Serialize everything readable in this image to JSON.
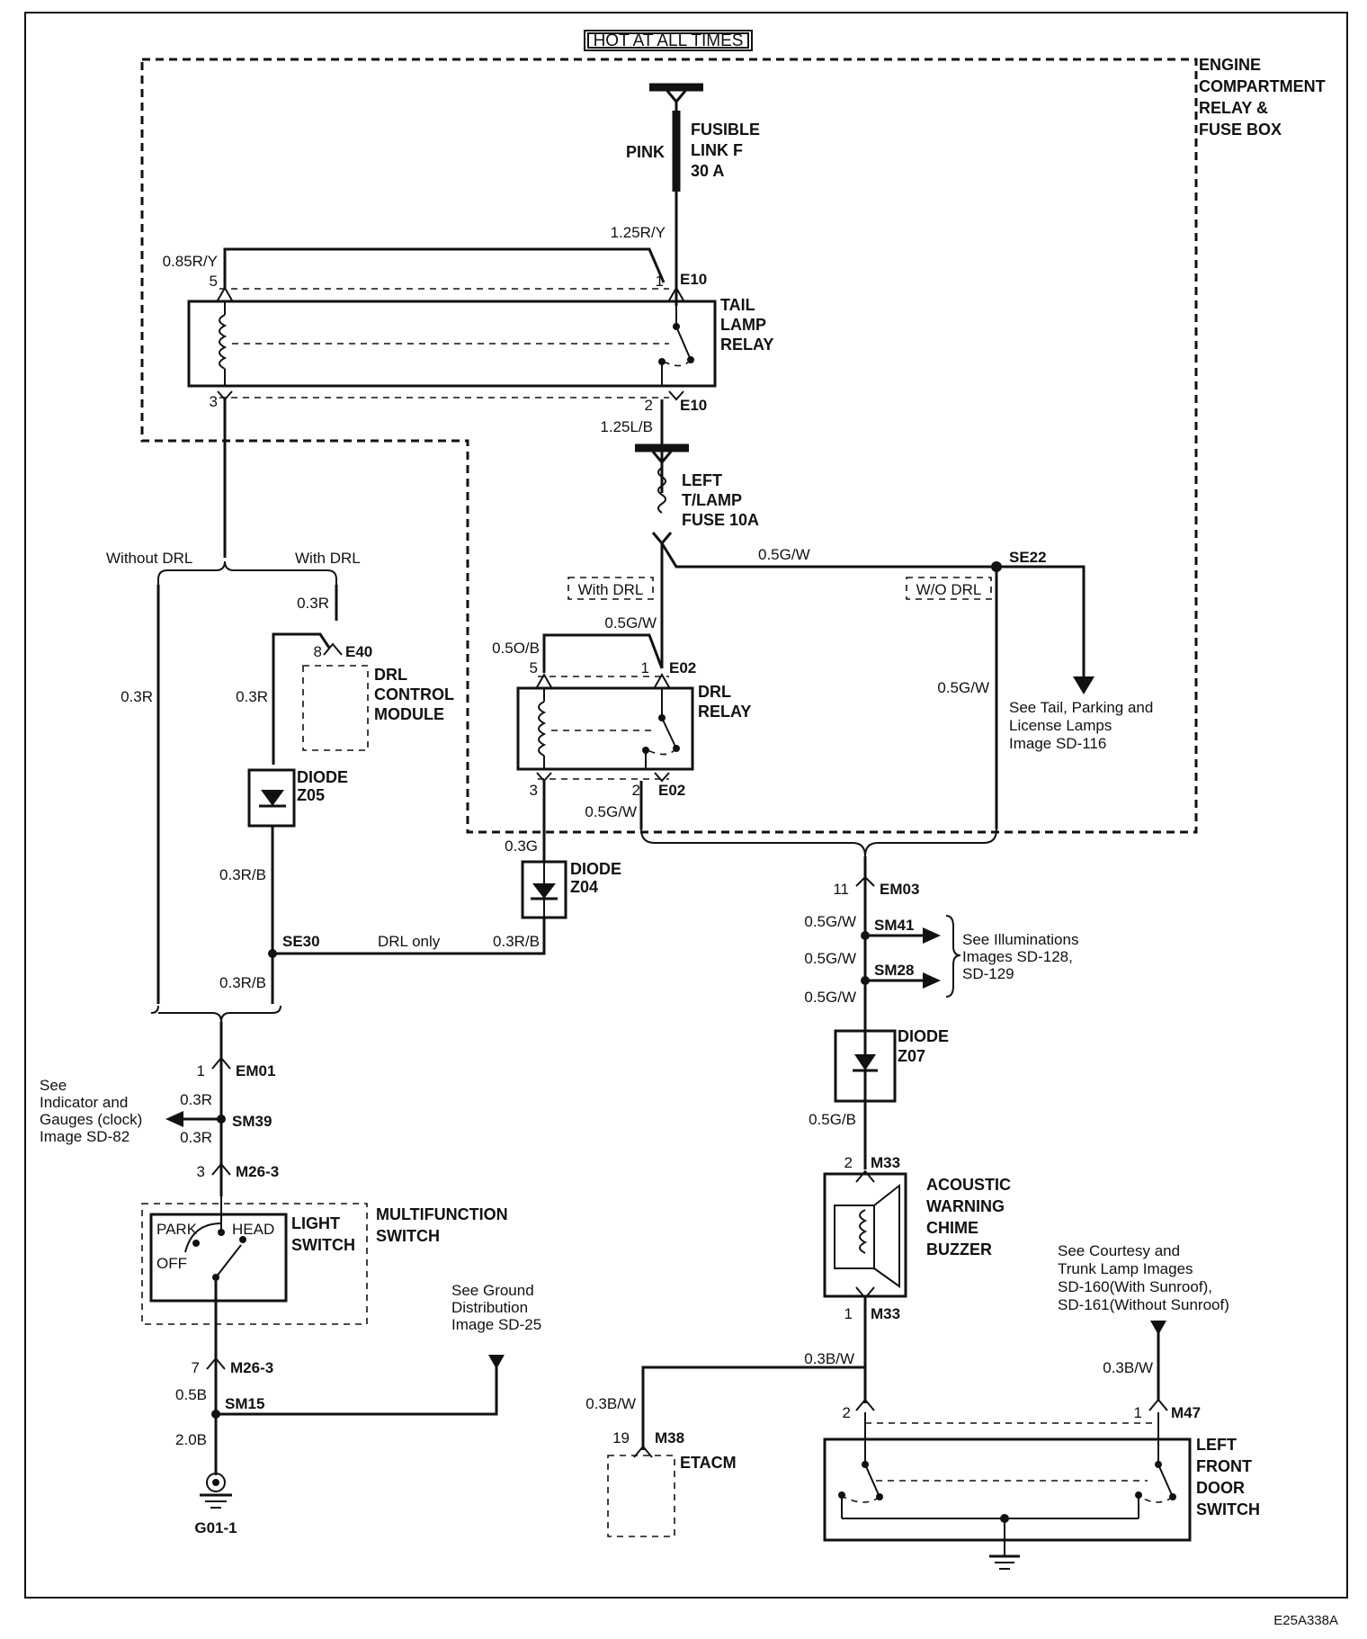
{
  "header": {
    "hot_at_all_times": "HOT AT ALL TIMES"
  },
  "footer": {
    "diagram_code": "E25A338A"
  },
  "engine_box": {
    "l1": "ENGINE",
    "l2": "COMPARTMENT",
    "l3": "RELAY &",
    "l4": "FUSE BOX"
  },
  "fusible_link": {
    "l1": "FUSIBLE",
    "l2": "LINK F",
    "l3": "30 A",
    "color": "PINK"
  },
  "tail_relay": {
    "l1": "TAIL",
    "l2": "LAMP",
    "l3": "RELAY",
    "conn": "E10",
    "p1": "1",
    "p2": "2",
    "p3": "3",
    "p5": "5"
  },
  "left_fuse": {
    "l1": "LEFT",
    "l2": "T/LAMP",
    "l3": "FUSE 10A"
  },
  "drl_relay": {
    "l1": "DRL",
    "l2": "RELAY",
    "conn": "E02",
    "p1": "1",
    "p2": "2",
    "p3": "3",
    "p5": "5"
  },
  "drl_module": {
    "l1": "DRL",
    "l2": "CONTROL",
    "l3": "MODULE",
    "conn": "E40",
    "pin": "8"
  },
  "variants": {
    "without_drl": "Without DRL",
    "with_drl": "With DRL",
    "with_drl_tag": "With DRL",
    "wo_drl_tag": "W/O DRL",
    "drl_only": "DRL only"
  },
  "diodes": {
    "label": "DIODE",
    "z05": "Z05",
    "z04": "Z04",
    "z07": "Z07"
  },
  "wires": {
    "w125ry": "1.25R/Y",
    "w085ry": "0.85R/Y",
    "w125lb": "1.25L/B",
    "w05gw": "0.5G/W",
    "w05ob": "0.5O/B",
    "w03r": "0.3R",
    "w03g": "0.3G",
    "w03rb": "0.3R/B",
    "w05gb": "0.5G/B",
    "w03bw": "0.3B/W",
    "w05b": "0.5B",
    "w20b": "2.0B"
  },
  "splices": {
    "se22": "SE22",
    "se30": "SE30",
    "sm41": "SM41",
    "sm28": "SM28",
    "sm39": "SM39",
    "sm15": "SM15"
  },
  "connectors": {
    "em01": "EM01",
    "em03": "EM03",
    "m26_3": "M26-3",
    "m33": "M33",
    "m38": "M38",
    "m47": "M47",
    "pin1": "1",
    "pin2": "2",
    "pin3": "3",
    "pin7": "7",
    "pin11": "11",
    "pin19": "19"
  },
  "refs": {
    "tail": [
      "See Tail, Parking and",
      "License Lamps",
      "Image   SD-116"
    ],
    "illum": [
      "See Illuminations",
      "Images SD-128,",
      "SD-129"
    ],
    "indicator": [
      "See",
      "Indicator and",
      "Gauges (clock)",
      "Image   SD-82"
    ],
    "ground": [
      "See Ground",
      "Distribution",
      "Image   SD-25"
    ],
    "courtesy": [
      "See Courtesy and",
      "Trunk Lamp Images",
      "SD-160(With Sunroof),",
      "SD-161(Without Sunroof)"
    ]
  },
  "multifunction": {
    "l1": "MULTIFUNCTION",
    "l2": "SWITCH",
    "light1": "LIGHT",
    "light2": "SWITCH",
    "park": "PARK",
    "head": "HEAD",
    "off": "OFF"
  },
  "buzzer": {
    "l1": "ACOUSTIC",
    "l2": "WARNING",
    "l3": "CHIME",
    "l4": "BUZZER"
  },
  "door_switch": {
    "l1": "LEFT",
    "l2": "FRONT",
    "l3": "DOOR",
    "l4": "SWITCH"
  },
  "etacm": {
    "label": "ETACM"
  },
  "ground": {
    "label": "G01-1"
  }
}
